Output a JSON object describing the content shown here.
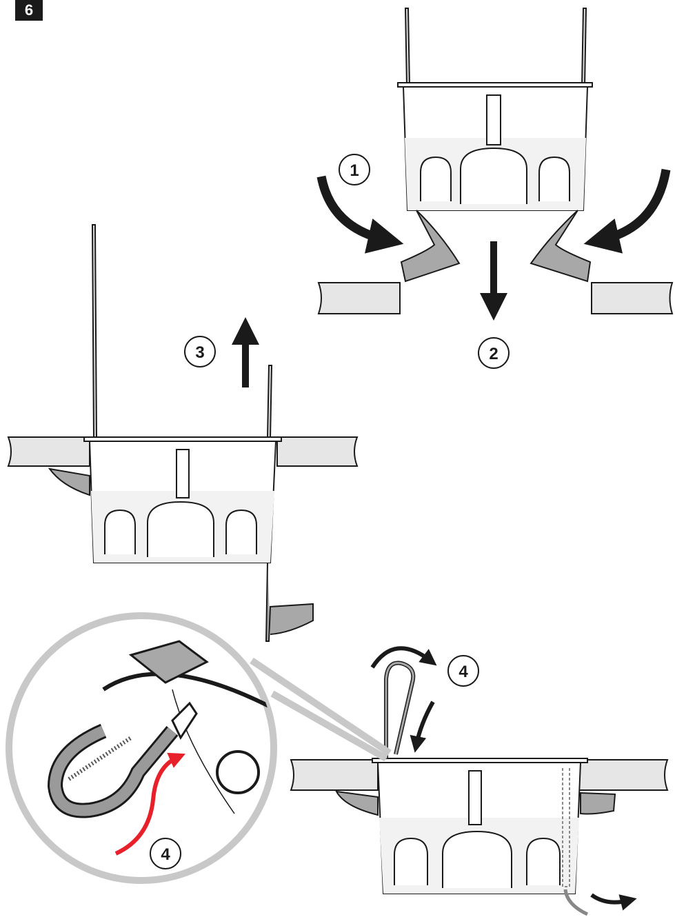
{
  "figure_number": "6",
  "step_markers": [
    "1",
    "2",
    "3",
    "4",
    "4"
  ],
  "colors": {
    "outline": "#1a1a1a",
    "board_fill": "#e6e6e6",
    "claw_fill": "#a8a8a8",
    "box_tint": "#f2f2f2",
    "accent_arrow": "#e8202a",
    "callout_ring": "#c8c8c8"
  },
  "icons": [
    "rotate-arrow-icon",
    "down-arrow-icon",
    "up-arrow-icon",
    "curved-red-arrow-icon",
    "pull-arrow-icon"
  ]
}
